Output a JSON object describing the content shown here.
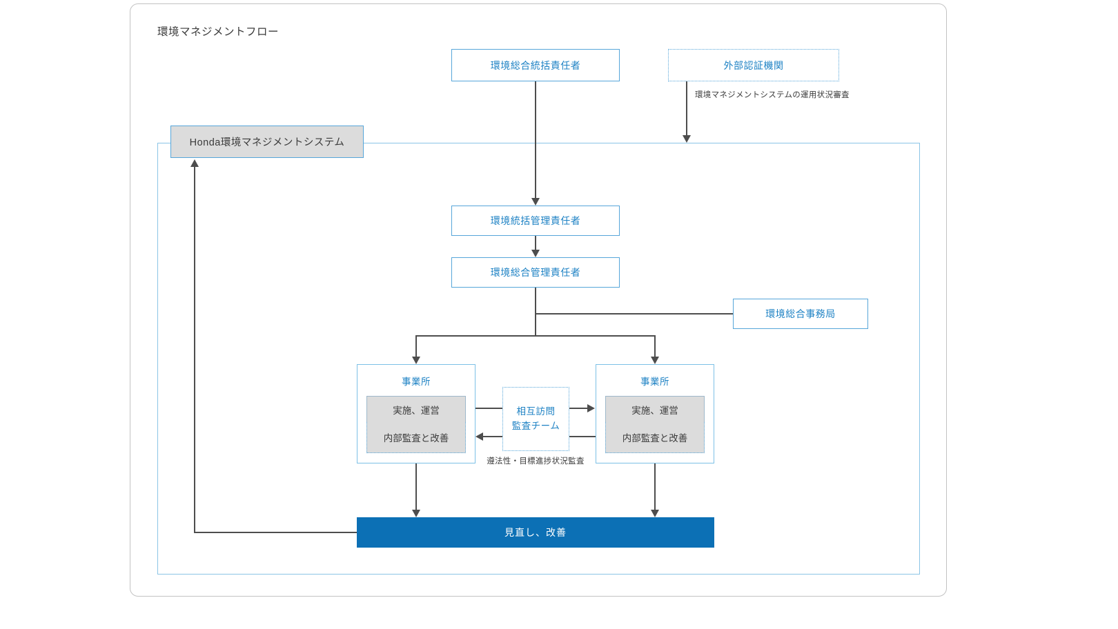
{
  "diagram": {
    "title": "環境マネジメントフロー",
    "nodes": {
      "chief_officer": "環境総合統括責任者",
      "external_body": "外部認証機関",
      "external_caption": "環境マネジメントシステムの運用状況審査",
      "ems_system": "Honda環境マネジメントシステム",
      "supervising_manager": "環境統括管理責任者",
      "general_manager": "環境総合管理責任者",
      "secretariat": "環境総合事務局",
      "site": "事業所",
      "implementation": "実施、運営",
      "internal_audit": "内部監査と改善",
      "mutual_audit_line1": "相互訪問",
      "mutual_audit_line2": "監査チーム",
      "mutual_audit_caption": "遵法性・目標進捗状況監査",
      "review": "見直し、改善"
    },
    "colors": {
      "box_border": "#55a5d9",
      "site_border": "#7cc0e6",
      "container_border": "#8ac4e6",
      "blue_text": "#1e82c4",
      "gray_fill": "#dcdcdc",
      "gray_border": "#9db8ca",
      "review_fill": "#0c70b5",
      "review_text": "#ffffff",
      "line": "#4d4d4d",
      "card_border": "#c2c2c2",
      "dark_text": "#3a3a3a"
    }
  }
}
